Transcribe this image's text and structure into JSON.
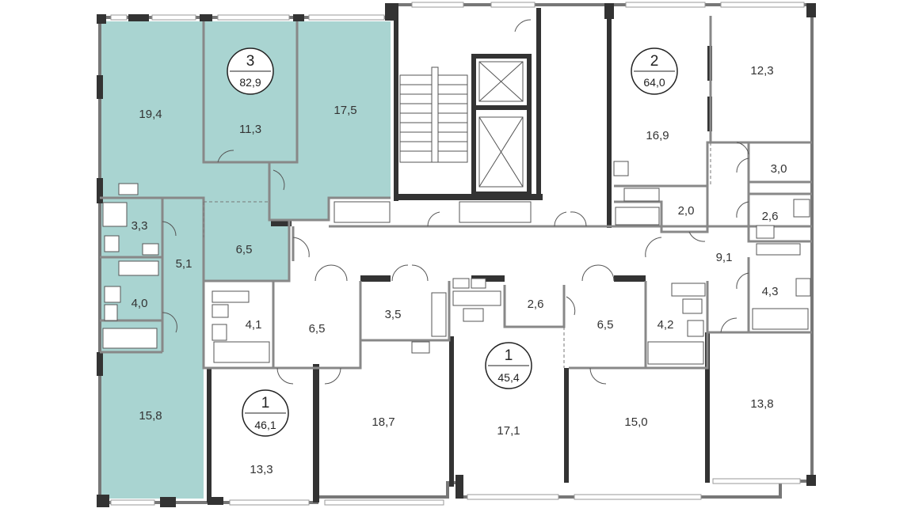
{
  "colors": {
    "highlight": "#a9d4d1",
    "wall": "#777777",
    "wall_dark": "#333333"
  },
  "apartments": [
    {
      "rooms": "3",
      "area": "82,9",
      "highlighted": true
    },
    {
      "rooms": "2",
      "area": "64,0",
      "highlighted": false
    },
    {
      "rooms": "1",
      "area": "46,1",
      "highlighted": false
    },
    {
      "rooms": "1",
      "area": "45,4",
      "highlighted": false
    }
  ],
  "room_labels": [
    "19,4",
    "11,3",
    "17,5",
    "3,3",
    "5,1",
    "6,5",
    "4,0",
    "15,8",
    "16,9",
    "12,3",
    "3,0",
    "2,0",
    "2,6",
    "9,1",
    "4,3",
    "13,8",
    "4,1",
    "6,5",
    "3,5",
    "2,6",
    "6,5",
    "4,2",
    "18,7",
    "13,3",
    "17,1",
    "15,0"
  ]
}
